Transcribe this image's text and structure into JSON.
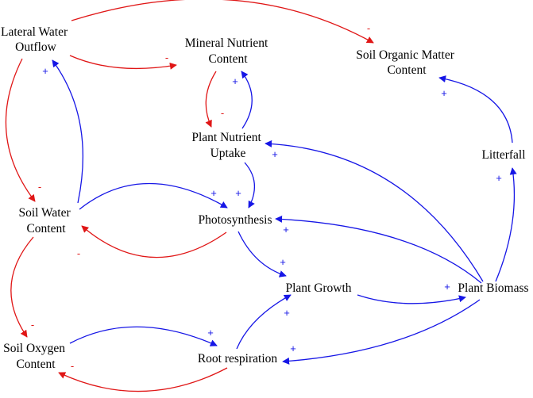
{
  "colors": {
    "positive": "#1616e6",
    "negative": "#e01616",
    "text": "#000000",
    "background": "#ffffff"
  },
  "nodes": {
    "lateral_water_outflow": [
      "Lateral Water",
      "Outflow"
    ],
    "mineral_nutrient_content": [
      "Mineral Nutrient",
      "Content"
    ],
    "soil_organic_matter_content": [
      "Soil Organic Matter",
      "Content"
    ],
    "plant_nutrient_uptake": [
      "Plant Nutrient",
      "Uptake"
    ],
    "litterfall": [
      "Litterfall"
    ],
    "soil_water_content": [
      "Soil Water",
      "Content"
    ],
    "photosynthesis": [
      "Photosynthesis"
    ],
    "plant_growth": [
      "Plant Growth"
    ],
    "plant_biomass": [
      "Plant Biomass"
    ],
    "soil_oxygen_content": [
      "Soil Oxygen",
      "Content"
    ],
    "root_respiration": [
      "Root respiration"
    ]
  },
  "edges": [
    {
      "from": "lateral_water_outflow",
      "to": "soil_organic_matter_content",
      "sign": "-",
      "polarity": "negative"
    },
    {
      "from": "lateral_water_outflow",
      "to": "mineral_nutrient_content",
      "sign": "-",
      "polarity": "negative"
    },
    {
      "from": "lateral_water_outflow",
      "to": "soil_water_content",
      "sign": "-",
      "polarity": "negative"
    },
    {
      "from": "soil_water_content",
      "to": "lateral_water_outflow",
      "sign": "+",
      "polarity": "positive"
    },
    {
      "from": "mineral_nutrient_content",
      "to": "plant_nutrient_uptake",
      "sign": "-",
      "polarity": "negative"
    },
    {
      "from": "plant_nutrient_uptake",
      "to": "mineral_nutrient_content",
      "sign": "+",
      "polarity": "positive"
    },
    {
      "from": "plant_biomass",
      "to": "plant_nutrient_uptake",
      "sign": "+",
      "polarity": "positive"
    },
    {
      "from": "plant_nutrient_uptake",
      "to": "photosynthesis",
      "sign": "+",
      "polarity": "positive"
    },
    {
      "from": "soil_water_content",
      "to": "photosynthesis",
      "sign": "+",
      "polarity": "positive"
    },
    {
      "from": "photosynthesis",
      "to": "soil_water_content",
      "sign": "-",
      "polarity": "negative"
    },
    {
      "from": "plant_biomass",
      "to": "photosynthesis",
      "sign": "+",
      "polarity": "positive"
    },
    {
      "from": "photosynthesis",
      "to": "plant_growth",
      "sign": "+",
      "polarity": "positive"
    },
    {
      "from": "plant_growth",
      "to": "plant_biomass",
      "sign": "+",
      "polarity": "positive"
    },
    {
      "from": "plant_biomass",
      "to": "litterfall",
      "sign": "+",
      "polarity": "positive"
    },
    {
      "from": "litterfall",
      "to": "soil_organic_matter_content",
      "sign": "+",
      "polarity": "positive"
    },
    {
      "from": "soil_water_content",
      "to": "soil_oxygen_content",
      "sign": "-",
      "polarity": "negative"
    },
    {
      "from": "soil_oxygen_content",
      "to": "root_respiration",
      "sign": "+",
      "polarity": "positive"
    },
    {
      "from": "root_respiration",
      "to": "soil_oxygen_content",
      "sign": "-",
      "polarity": "negative"
    },
    {
      "from": "root_respiration",
      "to": "plant_growth",
      "sign": "+",
      "polarity": "positive"
    },
    {
      "from": "plant_biomass",
      "to": "root_respiration",
      "sign": "+",
      "polarity": "positive"
    }
  ]
}
